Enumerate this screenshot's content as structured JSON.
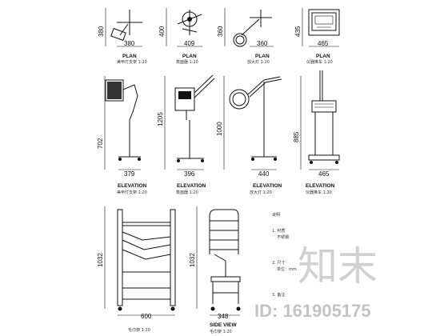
{
  "plan_row": {
    "items": [
      {
        "height_dim": "380",
        "width_dim": "380",
        "label": "PLAN",
        "sub": "美甲灯支架 1:20"
      },
      {
        "height_dim": "400",
        "width_dim": "409",
        "label": "PLAN",
        "sub": "蒸面器 1:20"
      },
      {
        "height_dim": "360",
        "width_dim": "360",
        "label": "PLAN",
        "sub": "放大灯 1:20"
      },
      {
        "height_dim": "435",
        "width_dim": "465",
        "label": "PLAN",
        "sub": "仪器推车 1:20"
      }
    ]
  },
  "elevation_row": {
    "items": [
      {
        "height_dim": "702",
        "width_dim": "379",
        "label": "ELEVATION",
        "sub": "美甲灯支架 1:20"
      },
      {
        "height_dim": "1205",
        "width_dim": "396",
        "label": "ELEVATION",
        "sub": "蒸面器 1:20"
      },
      {
        "height_dim": "1000",
        "width_dim": "440",
        "label": "ELEVATION",
        "sub": "放大灯 1:20"
      },
      {
        "height_dim": "885",
        "width_dim": "465",
        "label": "ELEVATION",
        "sub": "仪器推车 1:20"
      }
    ]
  },
  "bottom_row": {
    "trolley": {
      "height_dim": "1032",
      "width_dim": "600",
      "sub": "毛巾架 1:20"
    },
    "side": {
      "height_dim": "1032",
      "width_dim": "348",
      "label": "SIDE VIEW",
      "sub": "毛巾架 1:20"
    }
  },
  "notes": {
    "lines": [
      "说明",
      "1. 材质",
      "不锈钢",
      "2. 尺寸",
      "单位：mm",
      "3. 备注"
    ]
  },
  "watermark": {
    "logo_text": "知末",
    "id_text": "ID: 161905175"
  }
}
